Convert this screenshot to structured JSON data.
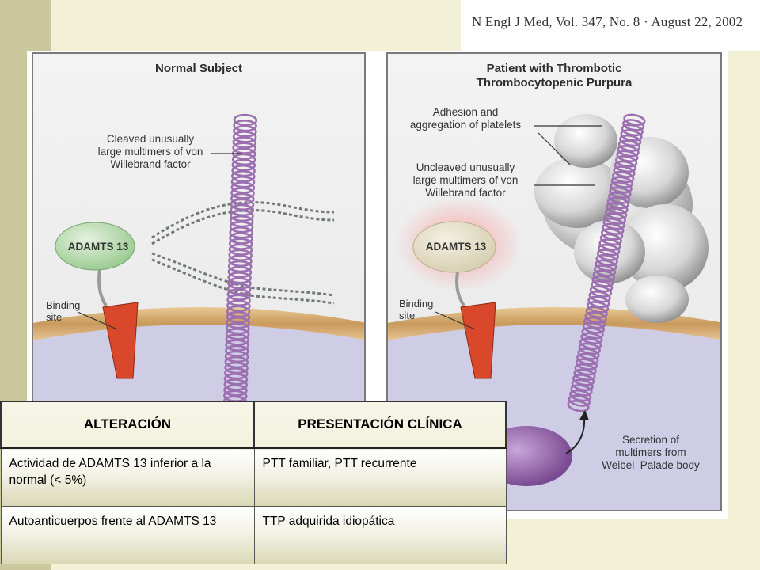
{
  "citation": "N Engl J Med, Vol. 347, No. 8  ·  August 22, 2002",
  "left_panel": {
    "title": "Normal Subject",
    "label_cleaved": [
      "Cleaved unusually",
      "large multimers of von",
      "Willebrand factor"
    ],
    "enzyme": "ADAMTS 13",
    "binding": [
      "Binding",
      "site"
    ]
  },
  "right_panel": {
    "title": [
      "Patient with Thrombotic",
      "Thrombocytopenic Purpura"
    ],
    "label_adhesion": [
      "Adhesion and",
      "aggregation of platelets"
    ],
    "label_uncleaved": [
      "Uncleaved unusually",
      "large multimers of von",
      "Willebrand factor"
    ],
    "enzyme": "ADAMTS 13",
    "binding": [
      "Binding",
      "site"
    ],
    "secretion": [
      "Secretion of",
      "multimers from",
      "Weibel–Palade body"
    ]
  },
  "table": {
    "headers": [
      "ALTERACIÓN",
      "PRESENTACIÓN CLÍNICA"
    ],
    "rows": [
      [
        "Actividad de ADAMTS 13 inferior a la normal (< 5%)",
        "PTT familiar, PTT recurrente"
      ],
      [
        "Autoanticuerpos frente al ADAMTS 13",
        "TTP adquirida idiopática"
      ]
    ]
  },
  "colors": {
    "vwf_spring": "#9b6fb0",
    "enzyme_normal": "#bfe0b5",
    "enzyme_patient": "#e8e2cc",
    "binding_site": "#d9482a",
    "membrane": "#d8b07a"
  }
}
